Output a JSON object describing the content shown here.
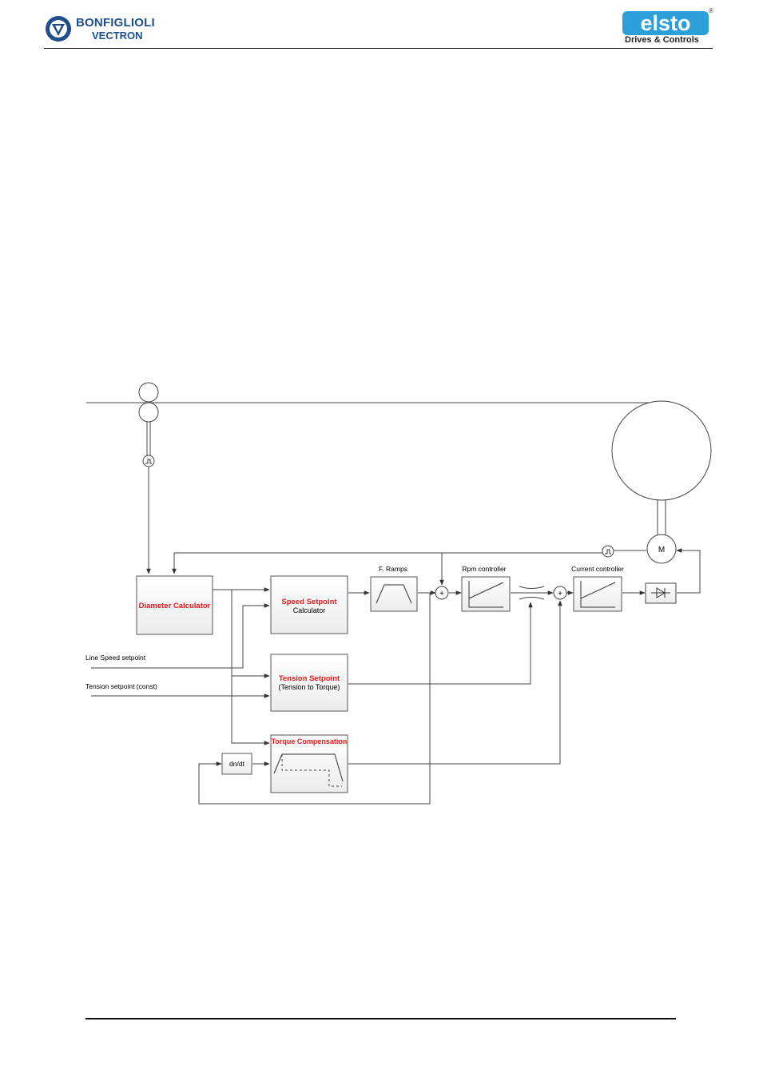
{
  "header": {
    "left_logo": {
      "line1": "BONFIGLIOLI",
      "line2": "VECTRON",
      "color": "#1f4e8c"
    },
    "right_logo": {
      "word": "elsto",
      "registered": "®",
      "tagline": "Drives & Controls",
      "color": "#2d9fd8"
    }
  },
  "diagram": {
    "accent_red": "#e8191a",
    "blocks": {
      "diameter_calculator": {
        "title": "Diameter Calculator"
      },
      "speed_setpoint": {
        "title": "Speed Setpoint",
        "subtitle": "Calculator"
      },
      "tension_setpoint": {
        "title": "Tension Setpoint",
        "subtitle": "(Tension to Torque)"
      },
      "torque_compensation": {
        "title": "Torque Compensation"
      },
      "ramps": {
        "label": "F. Ramps"
      },
      "rpm_controller": {
        "label": "Rpm controller"
      },
      "current_controller": {
        "label": "Current controller"
      },
      "derivative": {
        "label": "dn/dt"
      },
      "motor": {
        "label": "M"
      }
    },
    "summing_sign": "+",
    "inputs": {
      "line_speed": "Line Speed setpoint",
      "tension_const": "Tension setpoint (const)"
    }
  }
}
